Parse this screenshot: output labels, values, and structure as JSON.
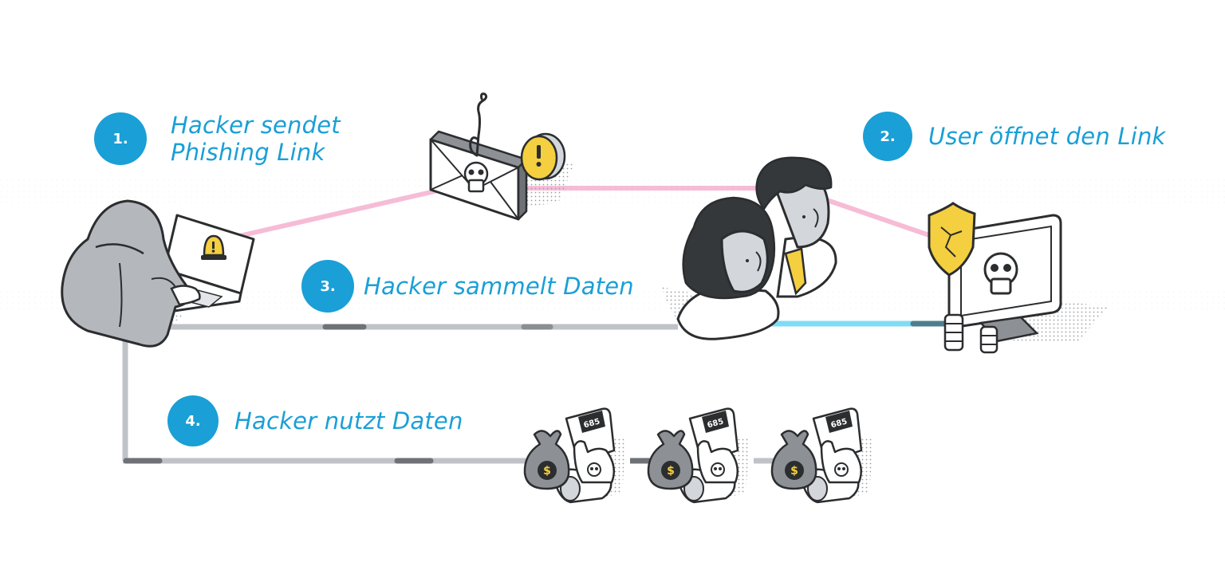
{
  "diagram": {
    "title_language": "de",
    "steps": [
      {
        "number": "1.",
        "label": "Hacker sendet\nPhishing Link"
      },
      {
        "number": "2.",
        "label": "User öffnet den Link"
      },
      {
        "number": "3.",
        "label": "Hacker sammelt Daten"
      },
      {
        "number": "4.",
        "label": "Hacker nutzt Daten"
      }
    ],
    "nodes": {
      "hacker": {
        "icon": "hooded-hacker-laptop-icon",
        "screen_icon": "alert-siren-icon"
      },
      "phishing_mail": {
        "icon": "envelope-fishhook-icon",
        "badge_icon": "exclamation-coin-icon",
        "seal_icon": "skull-icon"
      },
      "users": {
        "icon": "two-users-icon"
      },
      "compromised_pc": {
        "icon": "monitor-skull-icon",
        "shield_icon": "cracked-shield-icon",
        "data_icon": "database-coins-icon"
      },
      "loot": [
        {
          "icon": "money-bag-phone-icon",
          "code": "685",
          "currency": "$"
        },
        {
          "icon": "money-bag-phone-icon",
          "code": "685",
          "currency": "$"
        },
        {
          "icon": "money-bag-phone-icon",
          "code": "685",
          "currency": "$"
        }
      ]
    },
    "colors": {
      "accent_blue": "#1a9fd6",
      "path_pink": "#f6bcd6",
      "path_grey": "#bfc3c8",
      "path_grey_dark": "#6e7276",
      "path_cyan": "#7fdcf6",
      "path_teal": "#4b7f90",
      "warning_yellow": "#f4cf3f",
      "outline": "#2b2d2f",
      "hair_dark": "#34383a",
      "skin_grey": "#d3d6db",
      "hood_grey": "#b4b7bb"
    }
  }
}
